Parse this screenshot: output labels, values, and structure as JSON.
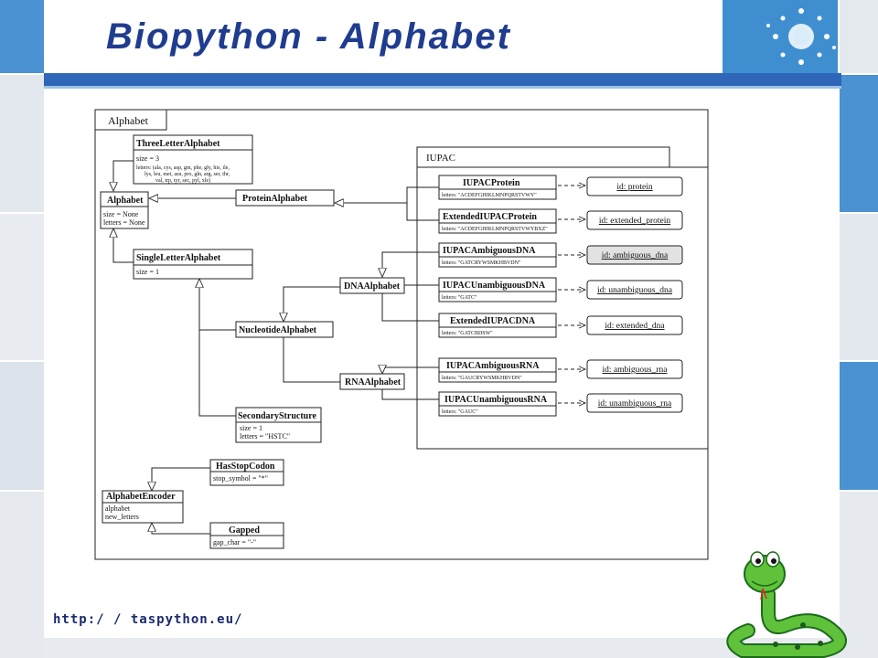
{
  "slide": {
    "title": "Biopython - Alphabet",
    "url": "http:/ / taspython.eu/"
  },
  "diagram": {
    "package_label": "Alphabet",
    "iupac_label": "IUPAC",
    "classes": {
      "three_letter": {
        "name": "ThreeLetterAlphabet",
        "attr1": "size = 3",
        "attr2": "letters: (ala, cys, asp, gm, phe, gly, his, ile,",
        "attr3": "lys, leu, met, asn, pro, gln, arg, ser, thr,",
        "attr4": "val, trp, tyr, sec, pyl, xle)"
      },
      "alphabet": {
        "name": "Alphabet",
        "attr1": "size = None",
        "attr2": "letters = None"
      },
      "protein": {
        "name": "ProteinAlphabet"
      },
      "single_letter": {
        "name": "SingleLetterAlphabet",
        "attr1": "size = 1"
      },
      "nucleotide": {
        "name": "NucleotideAlphabet"
      },
      "dna": {
        "name": "DNAAlphabet"
      },
      "rna": {
        "name": "RNAAlphabet"
      },
      "secondary": {
        "name": "SecondaryStructure",
        "attr1": "size = 1",
        "attr2": "letters = \"HSTC\""
      },
      "has_stop": {
        "name": "HasStopCodon",
        "attr1": "stop_symbol = \"*\""
      },
      "encoder": {
        "name": "AlphabetEncoder",
        "attr1": "alphabet",
        "attr2": "new_letters"
      },
      "gapped": {
        "name": "Gapped",
        "attr1": "gap_char = \"-\""
      },
      "iupac_protein": {
        "name": "IUPACProtein",
        "attr1": "letters: \"ACDEFGHIKLMNPQRSTVWY\""
      },
      "ext_iupac_protein": {
        "name": "ExtendedIUPACProtein",
        "attr1": "letters: \"ACDEFGHIKLMNPQRSTVWYBXZ\""
      },
      "amb_dna": {
        "name": "IUPACAmbiguousDNA",
        "attr1": "letters: \"GATCRYWSMKHBVDN\""
      },
      "unamb_dna": {
        "name": "IUPACUnambiguousDNA",
        "attr1": "letters: \"GATC\""
      },
      "ext_dna": {
        "name": "ExtendedIUPACDNA",
        "attr1": "letters: \"GATCBDSW\""
      },
      "amb_rna": {
        "name": "IUPACAmbiguousRNA",
        "attr1": "letters: \"GAUCRYWSMKHBVDN\""
      },
      "unamb_rna": {
        "name": "IUPACUnambiguousRNA",
        "attr1": "letters: \"GAUC\""
      }
    },
    "ids": {
      "protein": "id: protein",
      "ext_protein": "id: extended_protein",
      "amb_dna": "id: ambiguous_dna",
      "unamb_dna": "id: unambiguous_dna",
      "ext_dna": "id: extended_dna",
      "amb_rna": "id: ambiguous_rna",
      "unamb_rna": "id: unambiguous_rna"
    }
  },
  "colors": {
    "title": "#1f3c8f",
    "tile_blue": "#3f8fd0",
    "tile_light": "#e6ebf0",
    "banner": "#2f66b8"
  }
}
